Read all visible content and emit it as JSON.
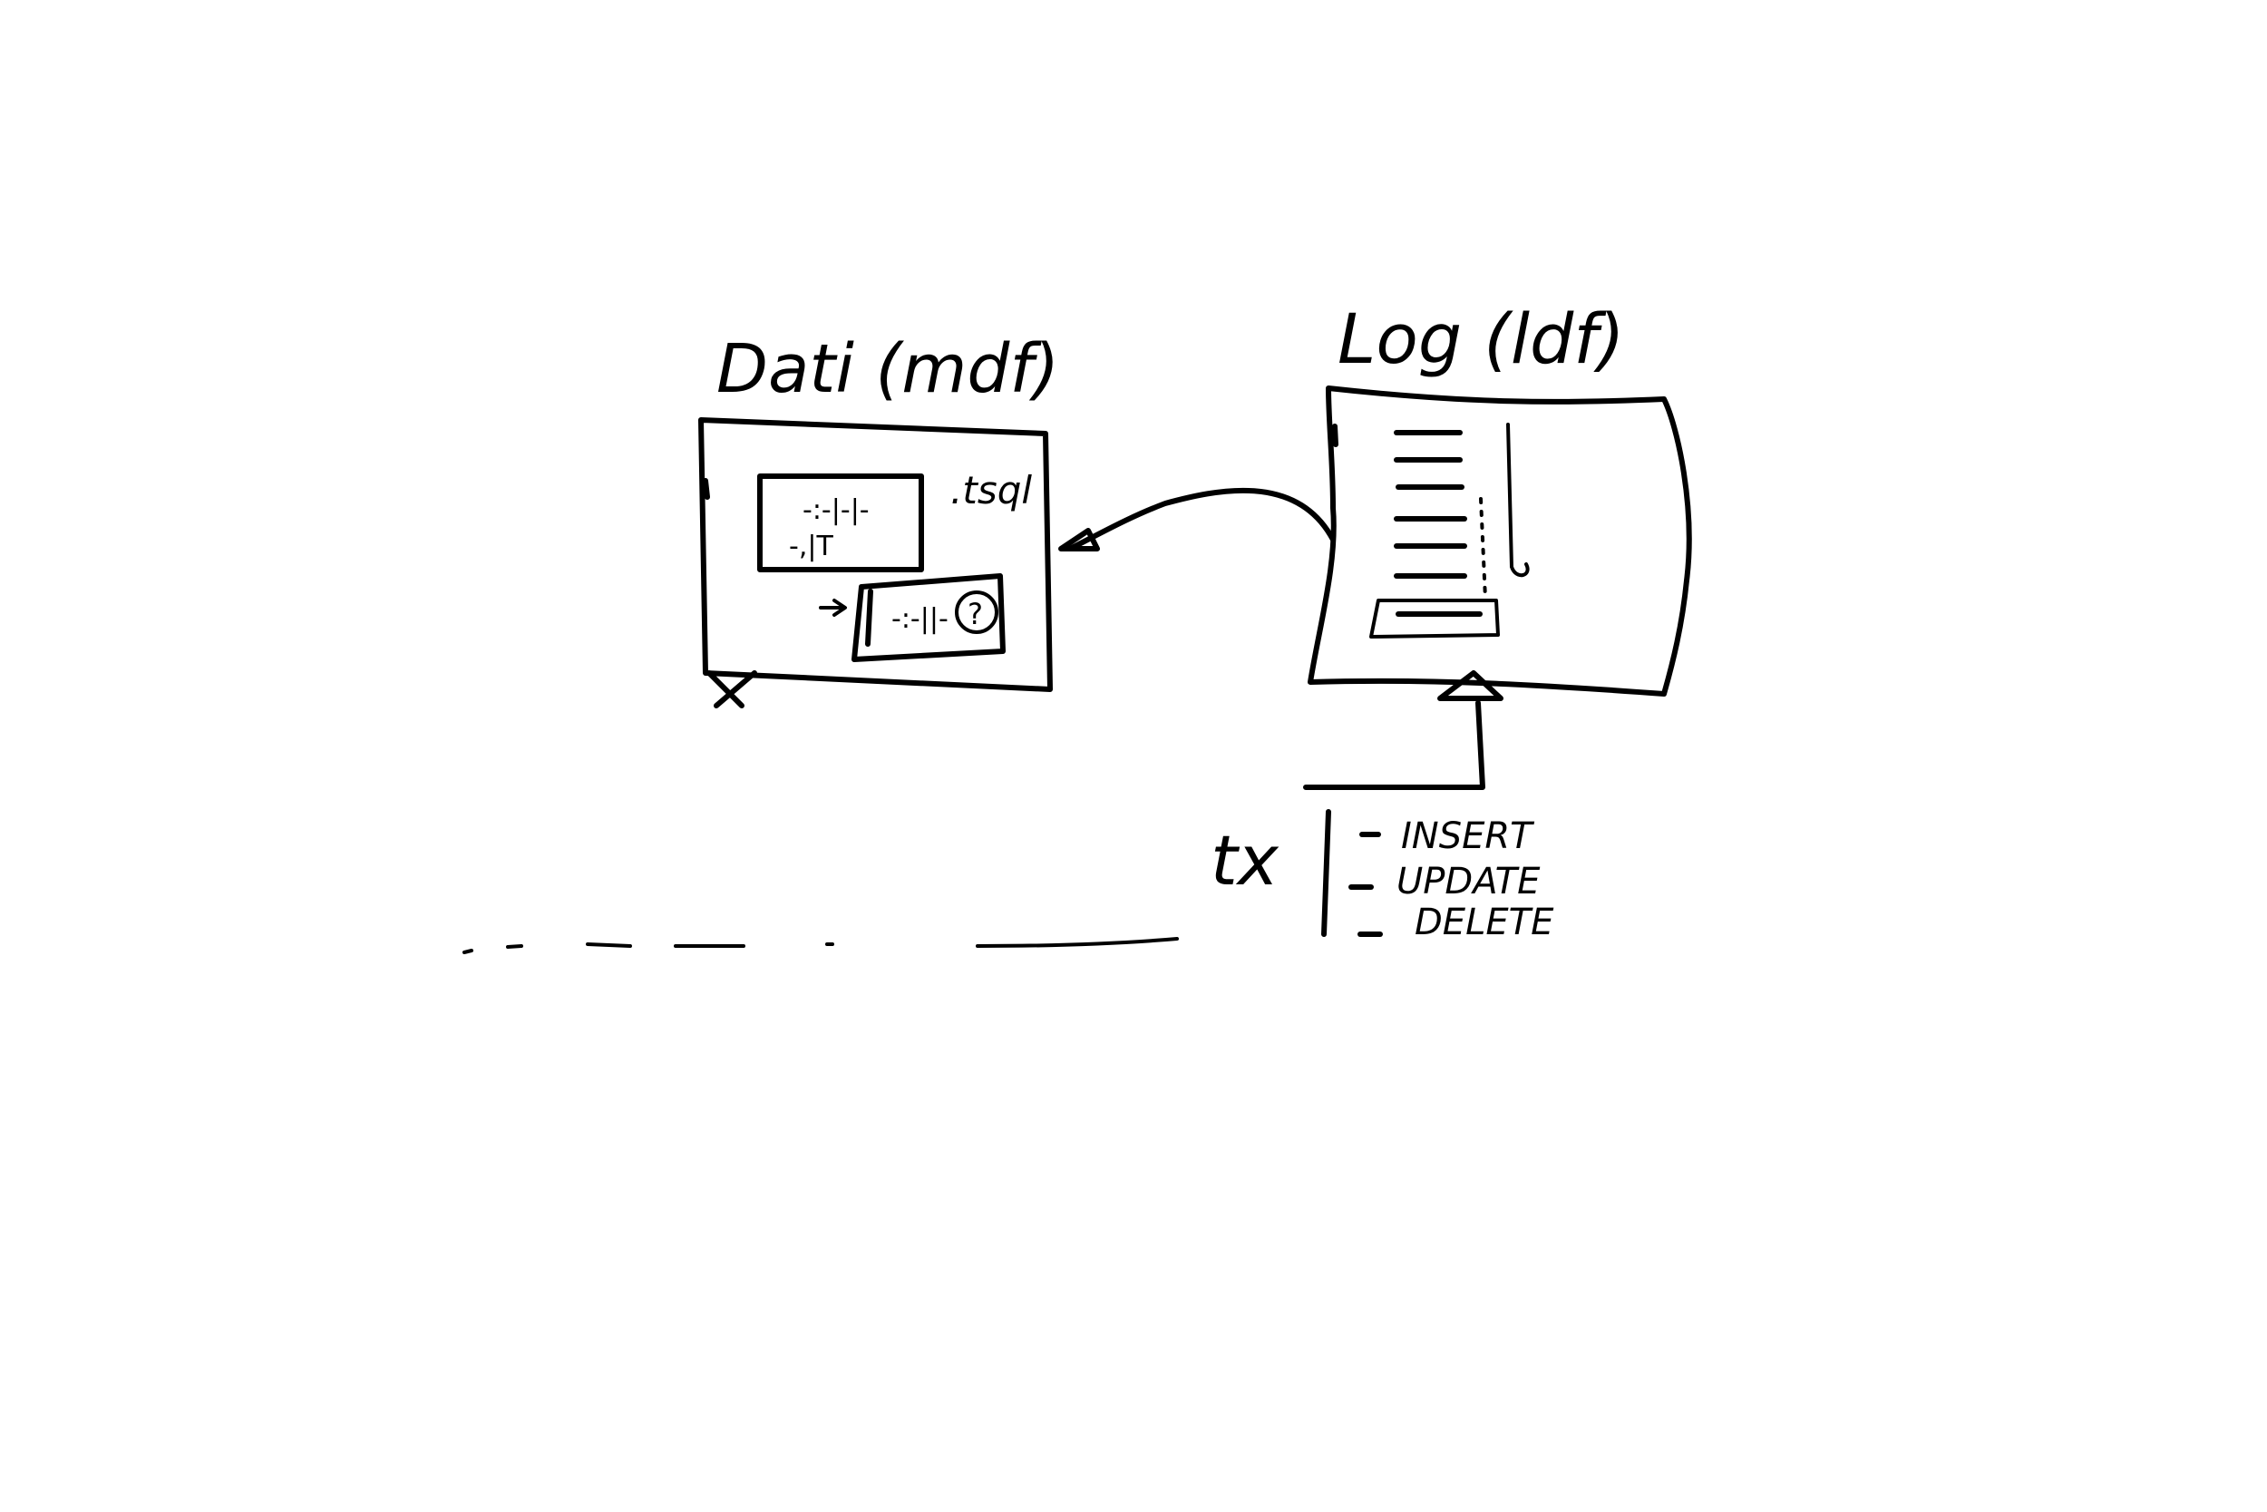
{
  "data_file": {
    "title": "Dati (mdf)",
    "side_label": ".tsql",
    "page_marks": [
      "-:-|-|-",
      "-,|T",
      "-:-||-"
    ],
    "page_badge": "?"
  },
  "log_file": {
    "title": "Log (ldf)",
    "line_count": 7
  },
  "transaction": {
    "label": "tx",
    "operations": [
      "INSERT",
      "UPDATE",
      "DELETE"
    ]
  },
  "colors": {
    "ink": "#000000",
    "paper": "#ffffff"
  }
}
